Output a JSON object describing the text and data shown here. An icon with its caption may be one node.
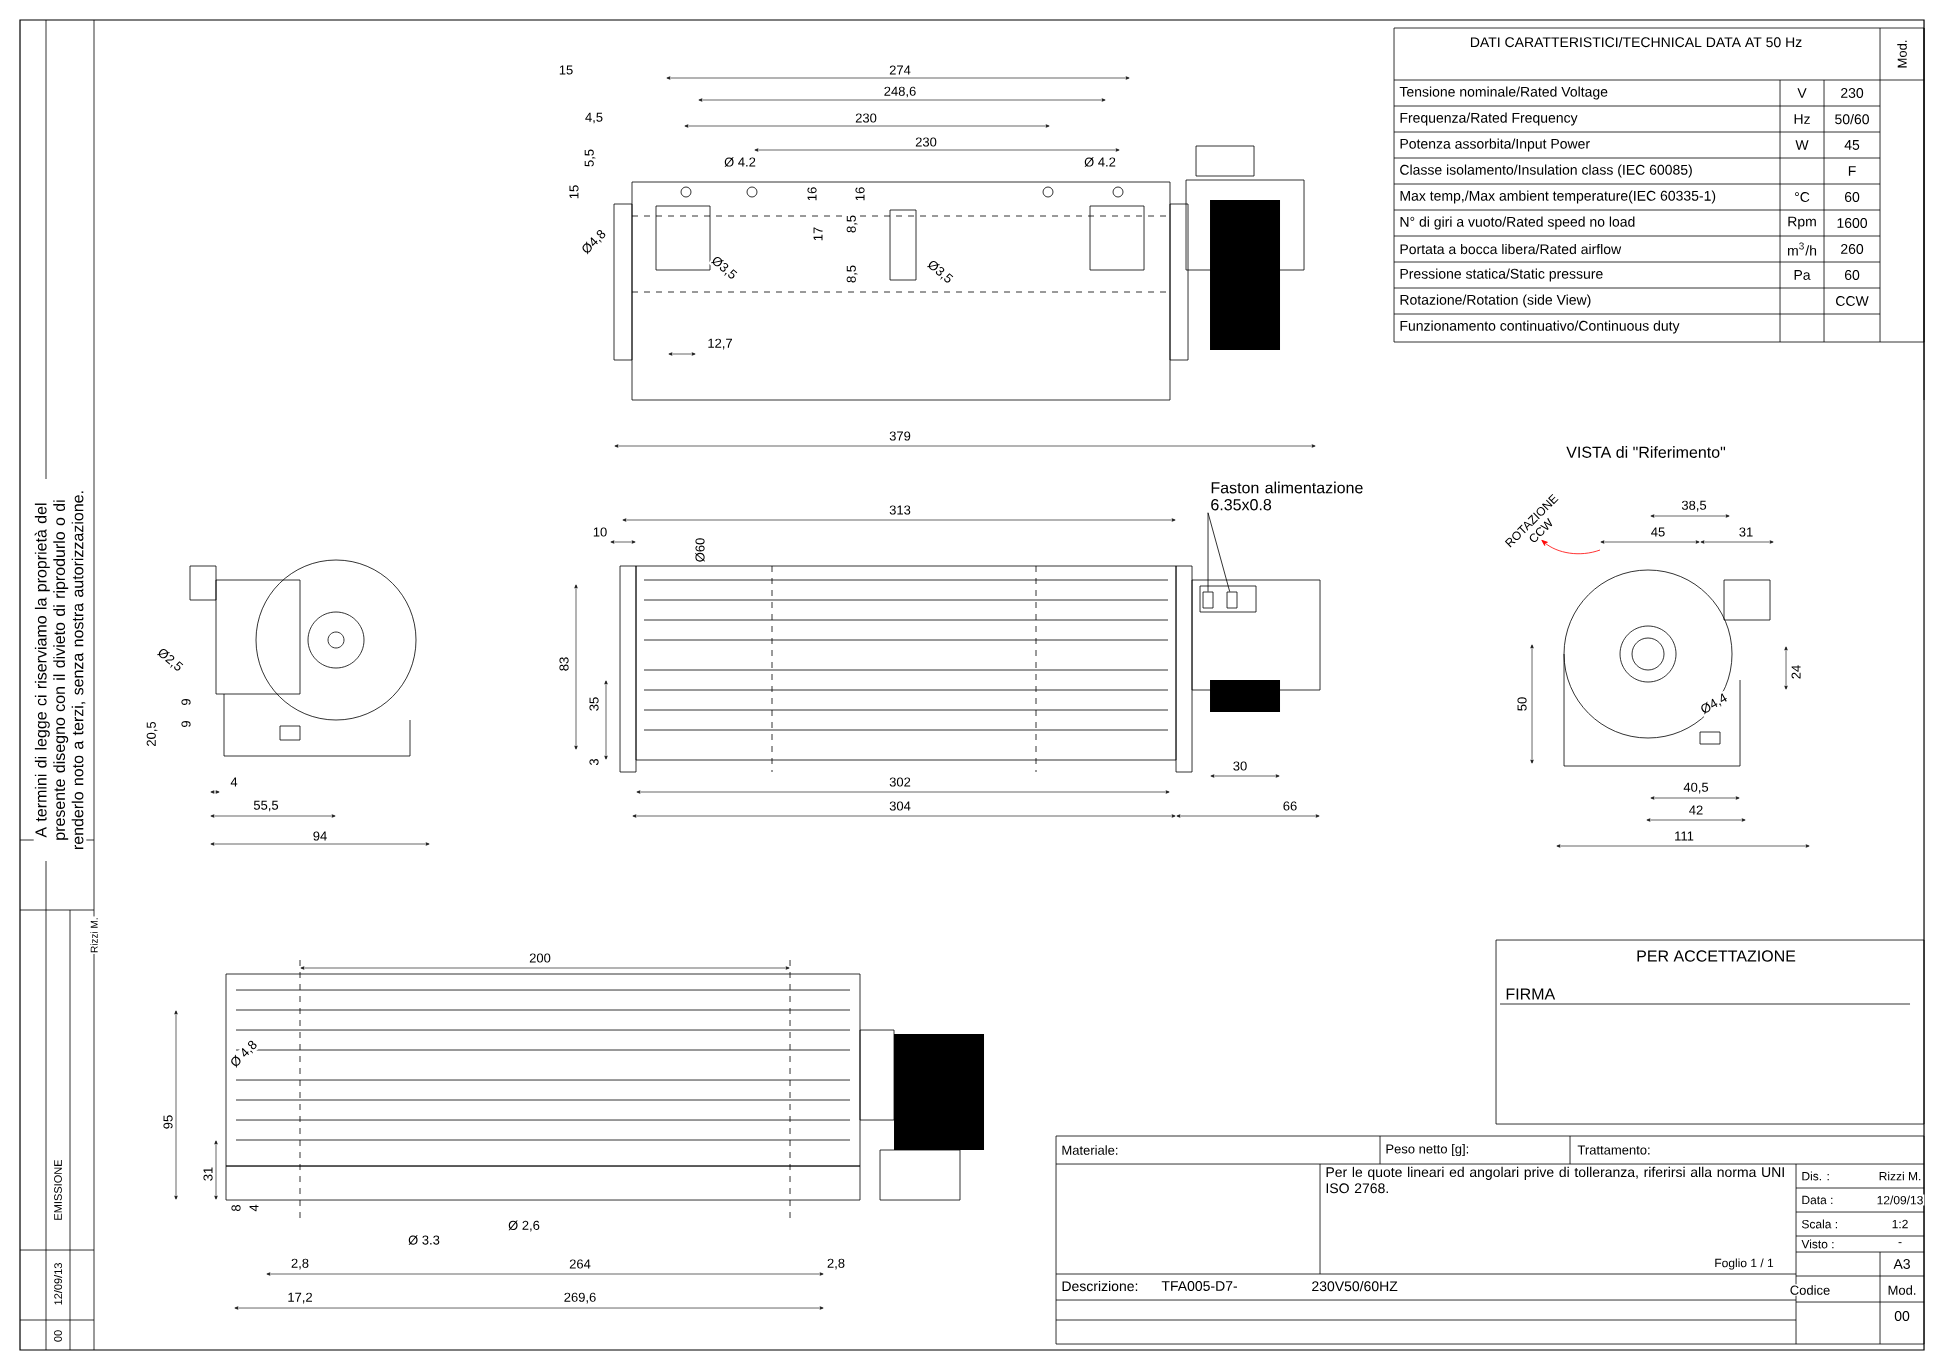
{
  "diagram": {
    "nodes": [
      {
        "text": [
          "Faston alimentazione 6.35x0.8"
        ]
      },
      {
        "text": [],
        "shape": "box"
      },
      {
        "text": [],
        "shape": "box"
      }
    ],
    "edges": [
      {
        "from": 0,
        "to": 1,
        "arrow": "none"
      },
      {
        "from": 0,
        "to": 2,
        "arrow": "none"
      }
    ],
    "labels": [
      "DATI CARATTERISTICI/TECHNICAL DATA AT 50 Hz",
      "Mod.",
      "Tensione  nominale/Rated Voltage",
      "V",
      "230",
      "Frequenza/Rated Frequency",
      "Hz",
      "50/60",
      "Potenza assorbita/Input Power",
      "W",
      "45",
      "Classe isolamento/Insulation class (IEC 60085)",
      "F",
      "Max temp,/Max ambient temperature(IEC 60335-1)",
      "°C",
      "60",
      "N° di giri a vuoto/Rated speed no load",
      "Rpm",
      "1600",
      "Portata a bocca libera/Rated airflow",
      "m$^{3}$/h",
      "260",
      "Pressione statica/Static pressure",
      "Pa",
      "60",
      "Rotazione/Rotation (side View)",
      "CCW",
      "Funzionamento continuativo/Continuous duty",
      "15",
      "274",
      "248,6",
      "4,5",
      "230",
      "230",
      "5,5",
      "Ø 4.2",
      "Ø 4.2",
      "15",
      "16",
      "16",
      "17",
      "8,5",
      "Ø4,8",
      "Ø3,5",
      "8,5",
      "Ø3,5",
      "12,7",
      "379",
      "A termini di legge ci riserviamo la proprietà del presente disegno con il divieto di riprodurlo o di renderlo noto a terzi, senza nostra autorizzazione.",
      "10",
      "313",
      "Ø60",
      "Ø2,5",
      "83",
      "9",
      "35",
      "9",
      "20,5",
      "3",
      "4",
      "302",
      "30",
      "55,5",
      "304",
      "66",
      "94",
      "VISTA di \"Riferimento\"",
      "ROTAZIONE CCW",
      "38,5",
      "45",
      "31",
      "24",
      "50",
      "Ø4,4",
      "40,5",
      "42",
      "111",
      "Rizzi M.",
      "200",
      "PER ACCETTAZIONE",
      "FIRMA",
      "Ø 4,8",
      "95",
      "Materiale:",
      "Peso netto [g]:",
      "Trattamento:",
      "31",
      "Per le quote lineari ed angolari prive di tolleranza, riferirsi alla norma UNI ISO 2768.",
      "Dis. :",
      "Rizzi M.",
      "Data :",
      "12/09/13",
      "8",
      "4",
      "Ø 2,6",
      "Scala :",
      "1:2",
      "Ø 3.3",
      "Visto :",
      "-",
      "00",
      "12/09/13",
      "EMISSIONE",
      "2,8",
      "264",
      "2,8",
      "Foglio 1 / 1",
      "A3",
      "Descrizione:",
      "TFA005-D7-",
      "230V50/60HZ",
      "Codice",
      "Mod.",
      "00",
      "17,2",
      "269,6"
    ]
  }
}
